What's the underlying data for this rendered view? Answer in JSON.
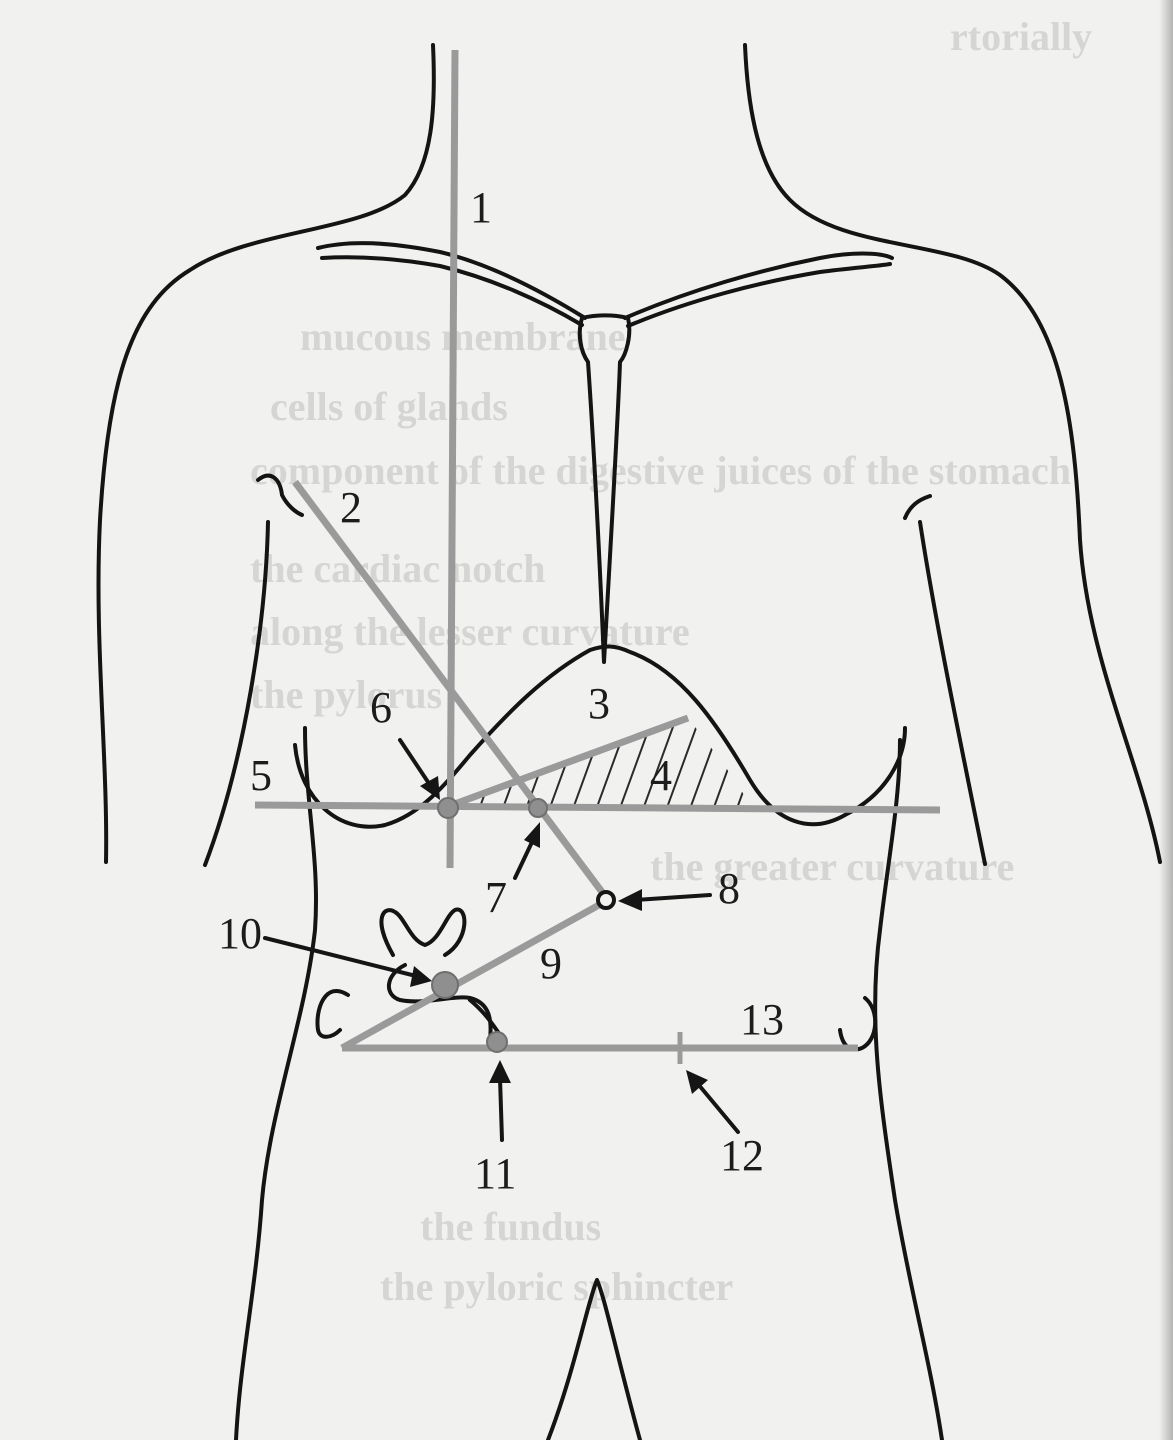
{
  "diagram": {
    "labels": {
      "l1": "1",
      "l2": "2",
      "l3": "3",
      "l4": "4",
      "l5": "5",
      "l6": "6",
      "l7": "7",
      "l8": "8",
      "l9": "9",
      "l10": "10",
      "l11": "11",
      "l12": "12",
      "l13": "13"
    }
  },
  "bleed_through": {
    "lines": [
      "rtorially",
      "mucous membrane",
      "cells of glands",
      "component of the digestive juices of the stomach",
      "the cardiac notch",
      "along the lesser curvature",
      "the pylorus",
      "the greater curvature",
      "the fundus",
      "the pyloric sphincter"
    ]
  },
  "colors": {
    "background": "#f1f1f0",
    "outline": "#141414",
    "guide_lines": "#9a9a9a"
  }
}
